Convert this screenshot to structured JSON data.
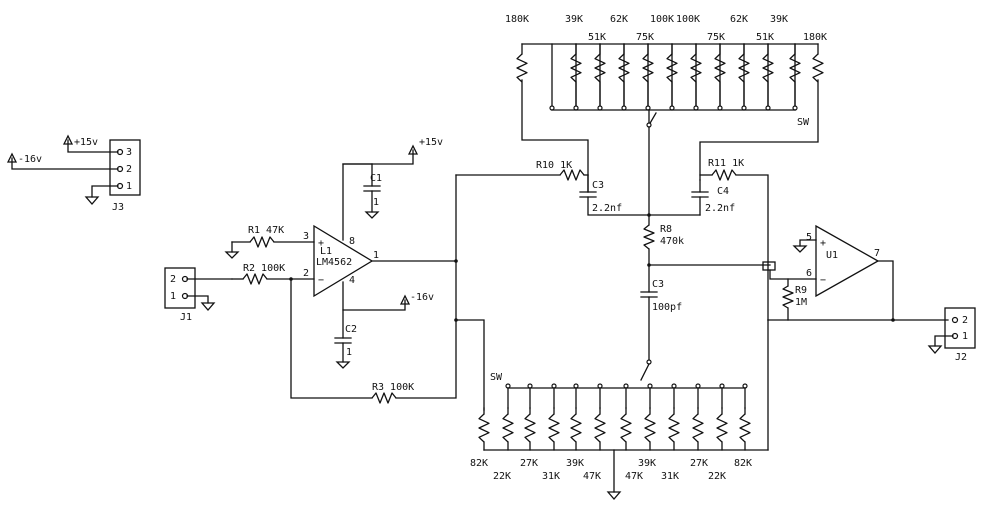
{
  "supply": {
    "pos": "+15v",
    "neg": "-16v"
  },
  "connectors": {
    "j3": {
      "ref": "J3",
      "pins": [
        "3",
        "2",
        "1"
      ]
    },
    "j1": {
      "ref": "J1",
      "pins": [
        "2",
        "1"
      ]
    },
    "j2": {
      "ref": "J2",
      "pins": [
        "2",
        "1"
      ]
    }
  },
  "opamp1": {
    "ref": "L1",
    "part": "LM4562",
    "pins": {
      "plus": "3",
      "minus": "2",
      "out": "1",
      "vpos": "8",
      "vneg": "4"
    }
  },
  "opamp2": {
    "ref": "U1",
    "pins": {
      "plus": "5",
      "minus": "6",
      "out": "7"
    }
  },
  "components": {
    "r1": "R1 47K",
    "r2": "R2 100K",
    "r3": "R3 100K",
    "r10": "R10 1K",
    "r11": "R11 1K",
    "r8": "R8",
    "r8_val": "470k",
    "r9": "R9",
    "r9_val": "1M",
    "c1": "C1",
    "c2": "C2",
    "c3a": "C3",
    "c3a_val": "2.2nf",
    "c4": "C4",
    "c4_val": "2.2nf",
    "c3b": "C3",
    "c3b_val": "100pf",
    "pin1": "1",
    "pin1b": "1"
  },
  "top_bank": {
    "switch": "SW",
    "upper_labels": [
      "180K",
      "39K",
      "62K",
      "100K",
      "100K",
      "62K",
      "39K"
    ],
    "lower_labels": [
      "51K",
      "75K",
      "75K",
      "51K",
      "180K"
    ]
  },
  "bottom_bank": {
    "switch": "SW",
    "row1": [
      "82K",
      "27K",
      "39K",
      "39K",
      "27K",
      "82K"
    ],
    "row2": [
      "22K",
      "31K",
      "47K",
      "47K",
      "31K",
      "22K"
    ]
  }
}
